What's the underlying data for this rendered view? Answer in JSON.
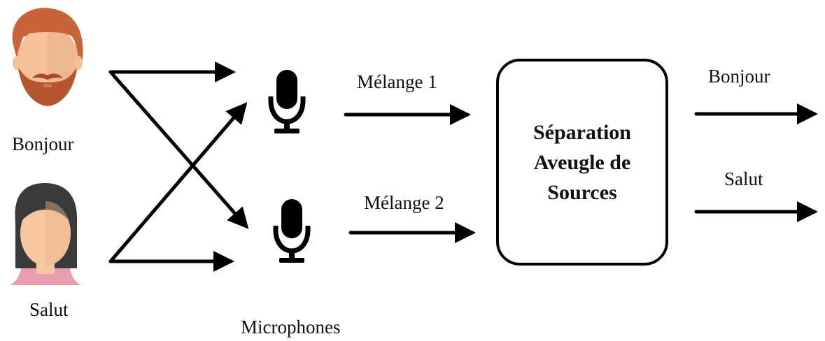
{
  "speakers": [
    {
      "id": "speaker-1",
      "label": "Bonjour",
      "hair_color": "#c8633a",
      "skin_color": "#f4c19a",
      "beard_color": "#b5552e"
    },
    {
      "id": "speaker-2",
      "label": "Salut",
      "hair_color": "#3a3a3a",
      "skin_color": "#f7c7a0",
      "shirt_color": "#e8a0b0"
    }
  ],
  "microphones": {
    "label": "Microphones",
    "count": 2,
    "icon": "microphone-icon"
  },
  "mixtures": [
    {
      "label": "Mélange 1"
    },
    {
      "label": "Mélange 2"
    }
  ],
  "separation_box": {
    "title_lines": [
      "Séparation",
      "Aveugle de",
      "Sources"
    ]
  },
  "outputs": [
    {
      "label": "Bonjour"
    },
    {
      "label": "Salut"
    }
  ],
  "colors": {
    "arrow": "#000000",
    "text": "#111111",
    "background": "#ffffff"
  }
}
